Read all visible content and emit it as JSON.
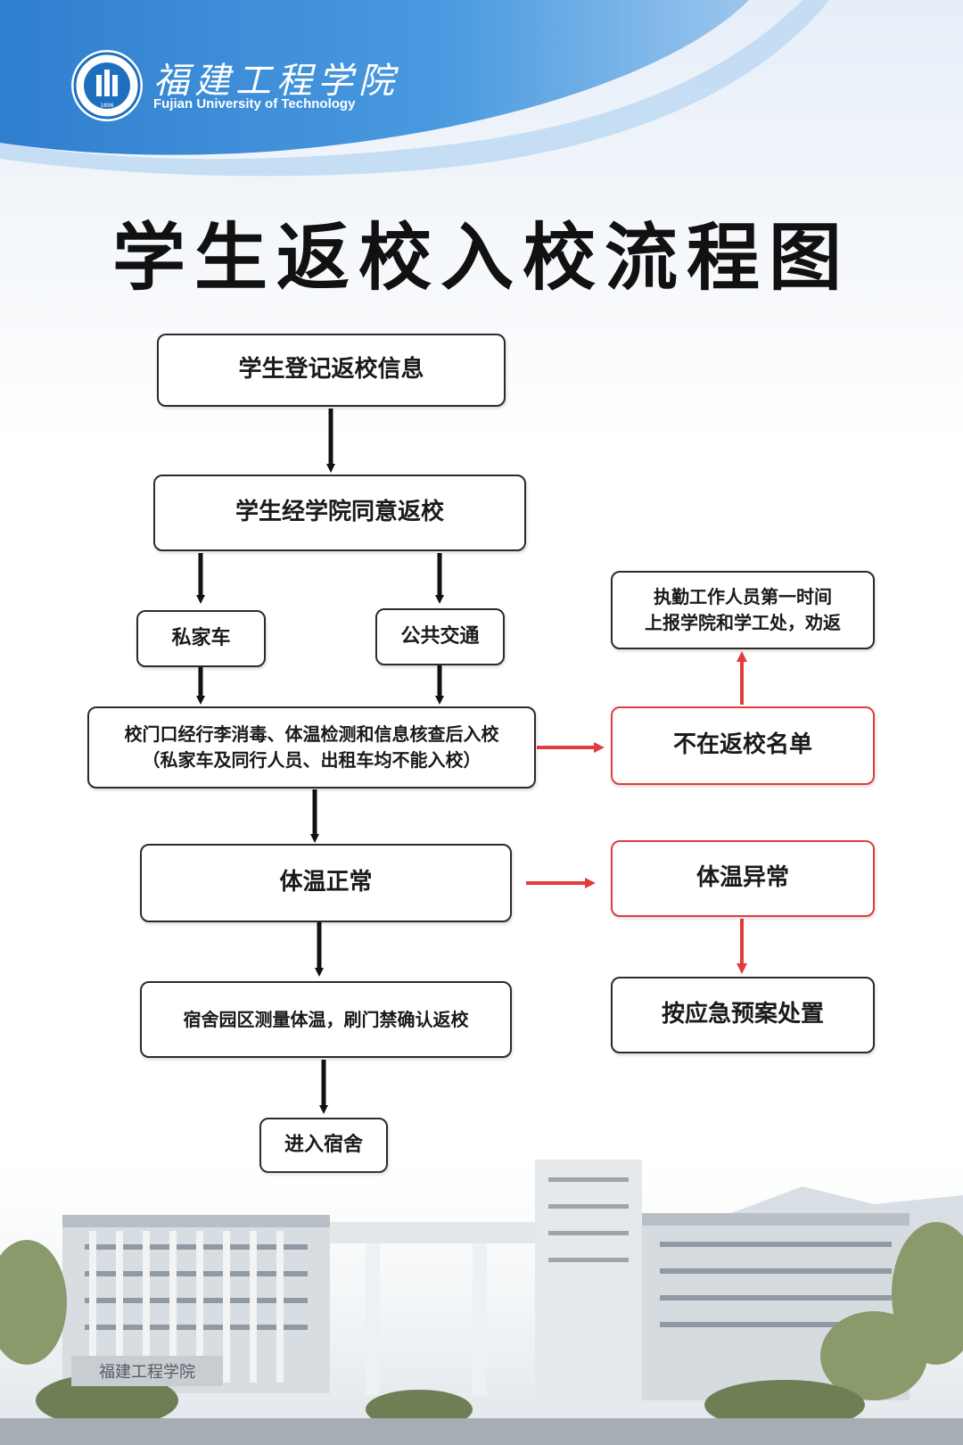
{
  "header": {
    "school_name_cn": "福建工程学院",
    "school_name_en": "Fujian University of Technology",
    "logo_year": "1896"
  },
  "title": "学生返校入校流程图",
  "flow": {
    "register": "学生登记返校信息",
    "approve": "学生经学院同意返校",
    "private_car": "私家车",
    "public_transport": "公共交通",
    "gate_check_line1": "校门口经行李消毒、体温检测和信息核查后入校",
    "gate_check_line2": "（私家车及同行人员、出租车均不能入校）",
    "not_on_list": "不在返校名单",
    "report_line1": "执勤工作人员第一时间",
    "report_line2": "上报学院和学工处，劝返",
    "temp_normal": "体温正常",
    "temp_abnormal": "体温异常",
    "emergency": "按应急预案处置",
    "dorm_check": "宿舍园区测量体温，刷门禁确认返校",
    "enter_dorm": "进入宿舍"
  },
  "campus_sign": "福建工程学院",
  "colors": {
    "header_blue": "#3f8fd6",
    "normal_border": "#2b2b2b",
    "alert_red": "#e23c3c",
    "arrow_black": "#111111"
  }
}
